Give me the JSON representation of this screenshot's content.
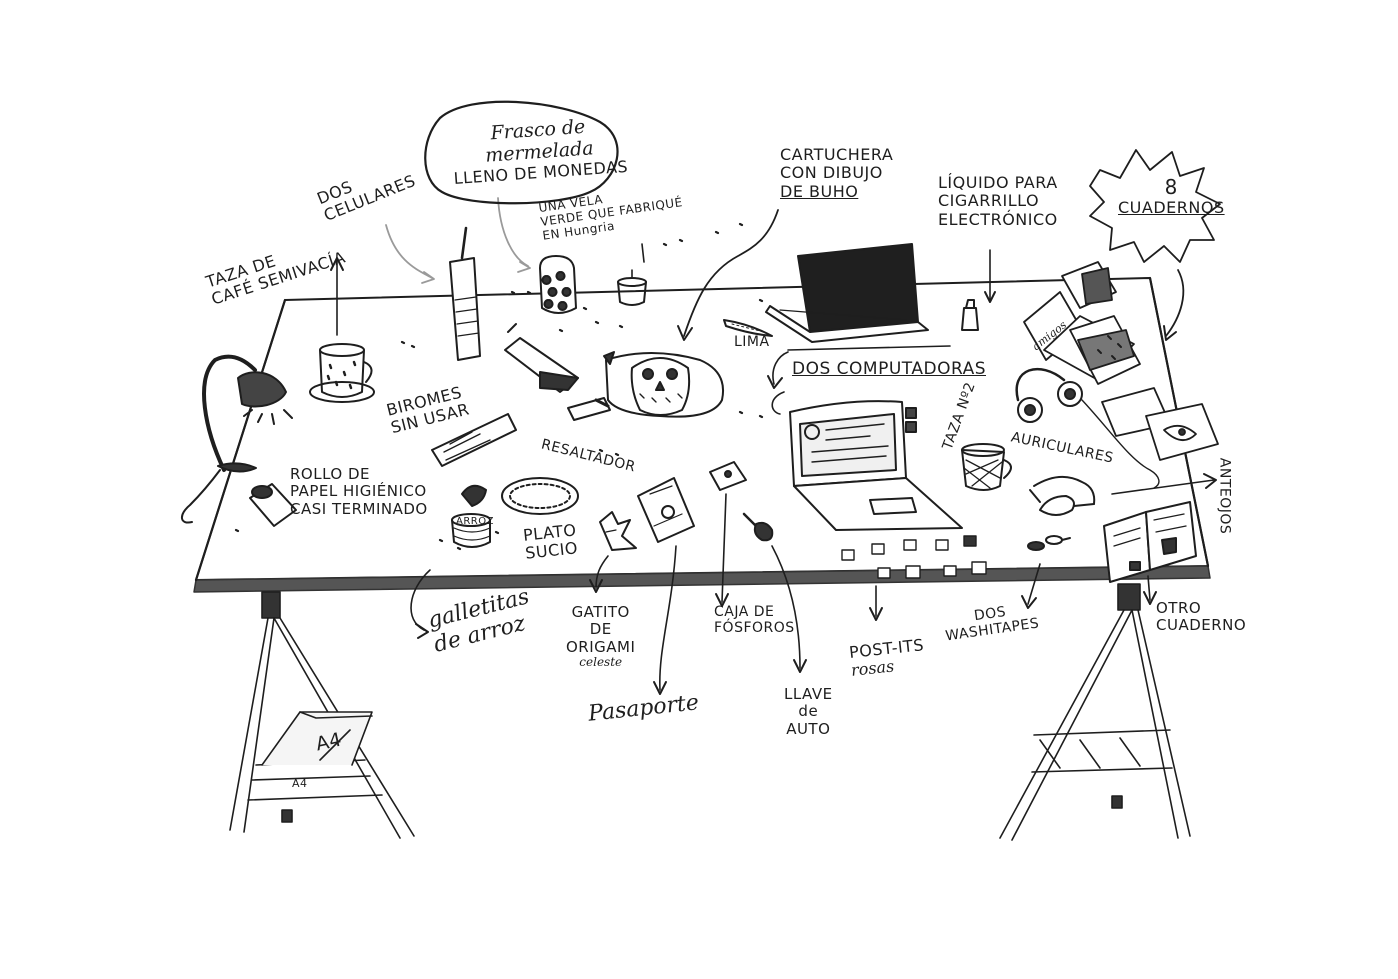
{
  "labels": {
    "taza_cafe": [
      "TAZA de",
      "Café SEMIVACÍA"
    ],
    "dos_celulares": [
      "DOS",
      "CELULARES"
    ],
    "frasco": [
      "Frasco de",
      "mermelada",
      "LLENO DE MONEDAS"
    ],
    "vela": [
      "UNA VELA",
      "VERDE QUE FABRIQUÉ",
      "EN Hungria"
    ],
    "cartuchera": [
      "CARTUCHERA",
      "CON DIBUJO",
      "DE BUHO"
    ],
    "liquido": [
      "LÍQUIDO PARA",
      "CIGARRILLO",
      "ELECTRÓNICO"
    ],
    "cuadernos": [
      "8",
      "CUADERNOS"
    ],
    "lima": "LIMA",
    "dos_computadoras": "DOS COMPUTADORAS",
    "biromes": [
      "BIROMES",
      "SIN USAR"
    ],
    "resaltador": "RESALTADOR",
    "taza_2": "TAZA nº2",
    "auriculares": "AURICULARES",
    "anteojos": "ANTEOJOS",
    "rollo": [
      "Rollo DE",
      "PAPEL HIGIÉNICO",
      "CASI TERMINADO"
    ],
    "plato": [
      "PLATO",
      "SUCIO"
    ],
    "galletitas": [
      "galletitas",
      "de arroz"
    ],
    "gatito": [
      "GATITO",
      "DE",
      "ORIGAMI"
    ],
    "gatito_celeste": "celeste",
    "pasaporte": "Pasaporte",
    "caja": [
      "CAJA de",
      "FÓSFOROS"
    ],
    "llave": [
      "LLAVE",
      "de",
      "AUTO"
    ],
    "postits": [
      "POST-ITS",
      "rosas"
    ],
    "washitapes": [
      "DOS",
      "WASHITAPES"
    ],
    "otro_cuaderno": [
      "OTRO",
      "CUADERNO"
    ],
    "arroz_tag": "ARROZ",
    "a4": "A4",
    "a4_small": "A4",
    "notebook_word": "amigos"
  },
  "colors": {
    "ink": "#1e1e1e",
    "paper": "#ffffff",
    "shade": "#6f6f6f",
    "dark": "#222222",
    "grey_arrow": "#9a9a9a"
  }
}
